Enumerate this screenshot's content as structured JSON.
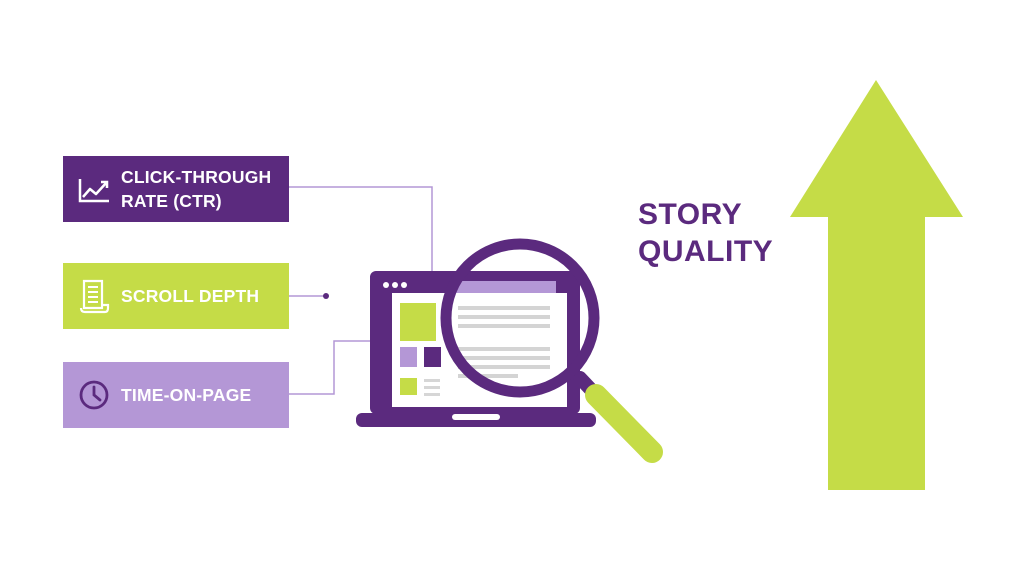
{
  "metrics": [
    {
      "line1": "CLICK-THROUGH",
      "line2": "RATE (CTR)",
      "icon": "trend-line-icon"
    },
    {
      "label": "SCROLL DEPTH",
      "icon": "scroll-document-icon"
    },
    {
      "label": "TIME-ON-PAGE",
      "icon": "clock-icon"
    }
  ],
  "story": {
    "line1": "STORY",
    "line2": "QUALITY"
  },
  "colors": {
    "purple": "#5b2a7e",
    "green": "#c5dc47",
    "lavender": "#b497d6",
    "arrow": "#c5dc47"
  }
}
